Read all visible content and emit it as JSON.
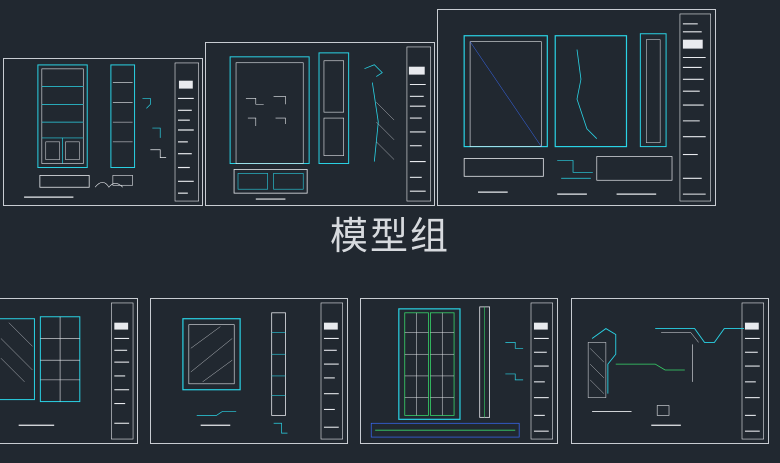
{
  "canvas": {
    "group_label": "模型组"
  },
  "colors": {
    "background": "#212830",
    "frame": "#c8ccd2",
    "cyan": "#2ad4e6",
    "white": "#e8eaee",
    "green": "#38d66a",
    "blue": "#3a6cff"
  },
  "sheets": [
    {
      "id": "sheet-1",
      "content": "bookcase-elevations"
    },
    {
      "id": "sheet-2",
      "content": "door-frame-and-panel-door"
    },
    {
      "id": "sheet-3",
      "content": "door-frame-elevations-and-details"
    },
    {
      "id": "sheet-4",
      "content": "wardrobe-elevation"
    },
    {
      "id": "sheet-5",
      "content": "mirror-frame-and-shelf"
    },
    {
      "id": "sheet-6",
      "content": "glazed-double-door"
    },
    {
      "id": "sheet-7",
      "content": "cornice-details"
    }
  ]
}
